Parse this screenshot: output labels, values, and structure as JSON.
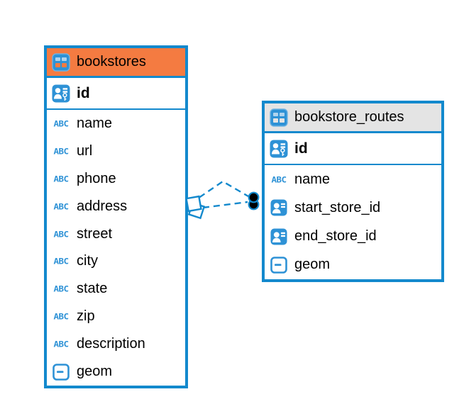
{
  "colors": {
    "accent_blue": "#1389CD",
    "icon_blue": "#2E92D6",
    "icon_blue_light": "#AFD4EE",
    "header_orange": "#F47B41",
    "header_gray": "#E4E4E4",
    "row_text": "#000000",
    "canvas_bg": "#FFFFFF",
    "marker_fill": "#000000"
  },
  "icons": {
    "text_type_label": "ABC",
    "table_icon": "table-grid-icon",
    "primary_key_icon": "person-key-icon",
    "reference_icon": "person-card-icon",
    "geometry_icon": "box-dash-icon"
  },
  "diagram": {
    "tables": [
      {
        "title": "bookstores",
        "header_style": "orange",
        "primary_key": {
          "name": "id"
        },
        "columns": [
          {
            "name": "name",
            "icon": "text-type-icon"
          },
          {
            "name": "url",
            "icon": "text-type-icon"
          },
          {
            "name": "phone",
            "icon": "text-type-icon"
          },
          {
            "name": "address",
            "icon": "text-type-icon"
          },
          {
            "name": "street",
            "icon": "text-type-icon"
          },
          {
            "name": "city",
            "icon": "text-type-icon"
          },
          {
            "name": "state",
            "icon": "text-type-icon"
          },
          {
            "name": "zip",
            "icon": "text-type-icon"
          },
          {
            "name": "description",
            "icon": "text-type-icon"
          },
          {
            "name": "geom",
            "icon": "geometry-type-icon"
          }
        ]
      },
      {
        "title": "bookstore_routes",
        "header_style": "gray",
        "primary_key": {
          "name": "id"
        },
        "columns": [
          {
            "name": "name",
            "icon": "text-type-icon"
          },
          {
            "name": "start_store_id",
            "icon": "reference-type-icon"
          },
          {
            "name": "end_store_id",
            "icon": "reference-type-icon"
          },
          {
            "name": "geom",
            "icon": "geometry-type-icon"
          }
        ]
      }
    ],
    "relationship": {
      "style": "dashed",
      "line_count": 2,
      "left_marker": "stacked-squares",
      "right_marker": "stacked-dots"
    }
  }
}
